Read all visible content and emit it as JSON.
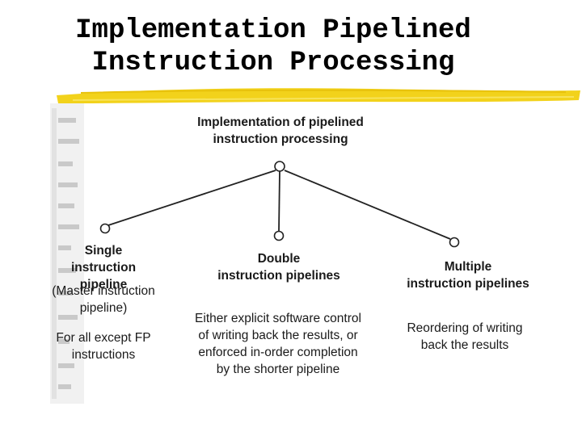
{
  "slide": {
    "title_line1": "Implementation Pipelined",
    "title_line2": "Instruction Processing"
  },
  "diagram": {
    "root": "Implementation of pipelined\ninstruction processing",
    "branches": [
      {
        "title": "Single\ninstruction pipeline",
        "subtitle": "(Master instruction\npipeline)",
        "note": "For all except FP\ninstructions"
      },
      {
        "title": "Double\ninstruction pipelines",
        "note": "Either explicit software control\nof writing back the results, or\nenforced in-order completion\nby the shorter pipeline"
      },
      {
        "title": "Multiple\ninstruction pipelines",
        "note": "Reordering of writing\nback the results"
      }
    ]
  },
  "colors": {
    "accent_bar": "#f2d21b",
    "line": "#222222",
    "text": "#1a1a1a"
  }
}
